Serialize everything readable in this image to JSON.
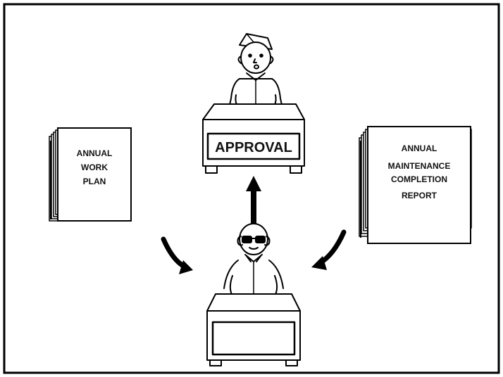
{
  "left_document": {
    "lines": [
      "ANNUAL",
      "WORK",
      "PLAN"
    ]
  },
  "right_document": {
    "lines": [
      "ANNUAL",
      "MAINTENANCE",
      "COMPLETION",
      "REPORT"
    ]
  },
  "approval_desk": {
    "label": "APPROVAL"
  }
}
